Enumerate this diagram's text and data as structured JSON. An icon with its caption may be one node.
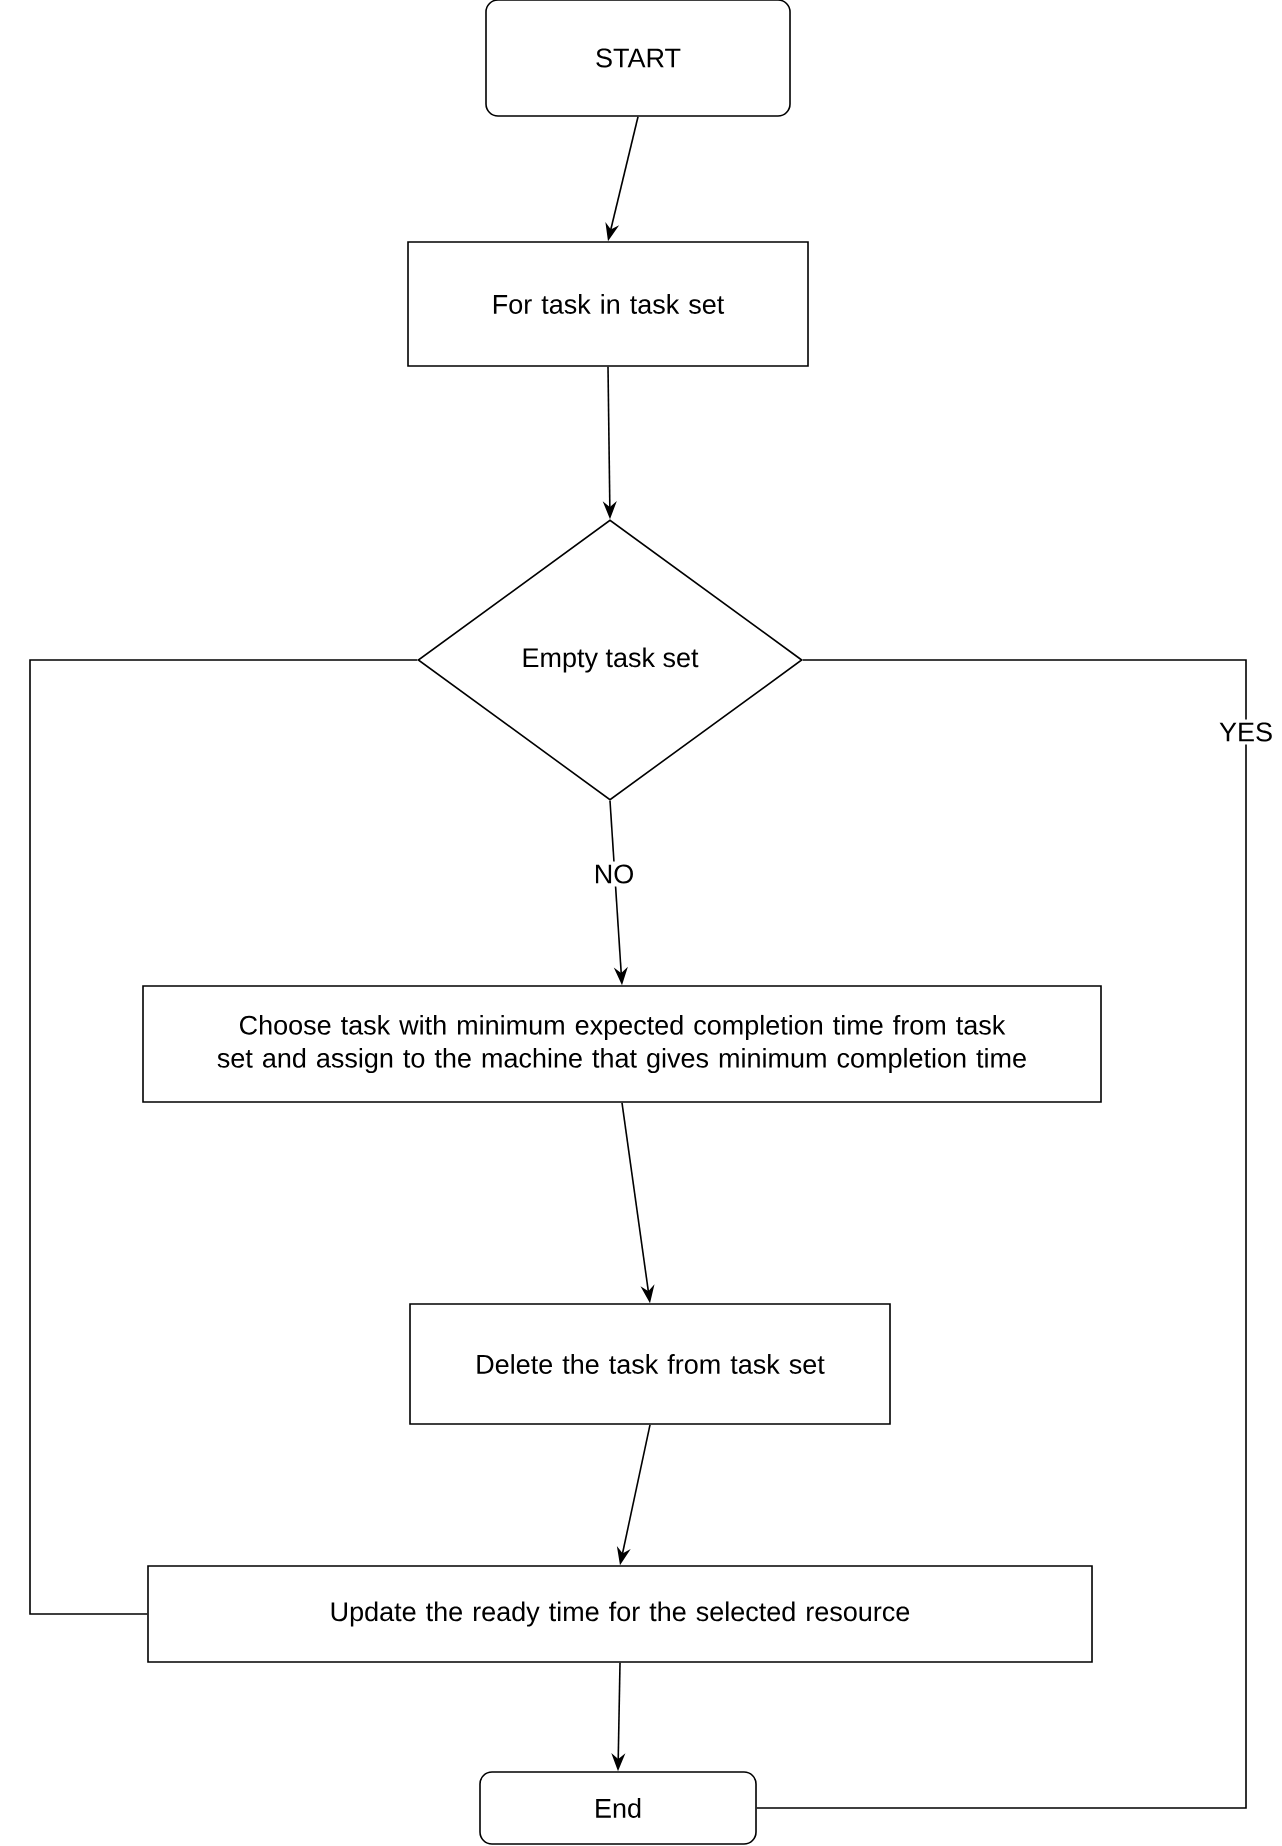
{
  "diagram": {
    "nodes": [
      {
        "text": [
          "START"
        ]
      },
      {
        "text": [
          "For task in task set"
        ]
      },
      {
        "text": [
          "Empty task set"
        ]
      },
      {
        "text": [
          "Choose task with minimum expected completion time from task set and assign to the machine that gives minimum completion time"
        ]
      },
      {
        "text": [
          "Delete the task from task set"
        ]
      },
      {
        "text": [
          "Update the ready time for the selected resource"
        ]
      },
      {
        "text": [
          "End"
        ]
      }
    ],
    "edges": [
      {
        "from": 0,
        "to": 1,
        "arrow": "to"
      },
      {
        "from": 1,
        "to": 2,
        "arrow": "to"
      },
      {
        "from": 2,
        "to": 3,
        "arrow": "to",
        "label": "NO"
      },
      {
        "from": 3,
        "to": 4,
        "arrow": "to"
      },
      {
        "from": 4,
        "to": 5,
        "arrow": "to"
      },
      {
        "from": 5,
        "to": 2,
        "arrow": "none"
      },
      {
        "from": 2,
        "to": 6,
        "arrow": "none",
        "label": "YES"
      },
      {
        "from": 5,
        "to": 6,
        "arrow": "to"
      }
    ]
  }
}
